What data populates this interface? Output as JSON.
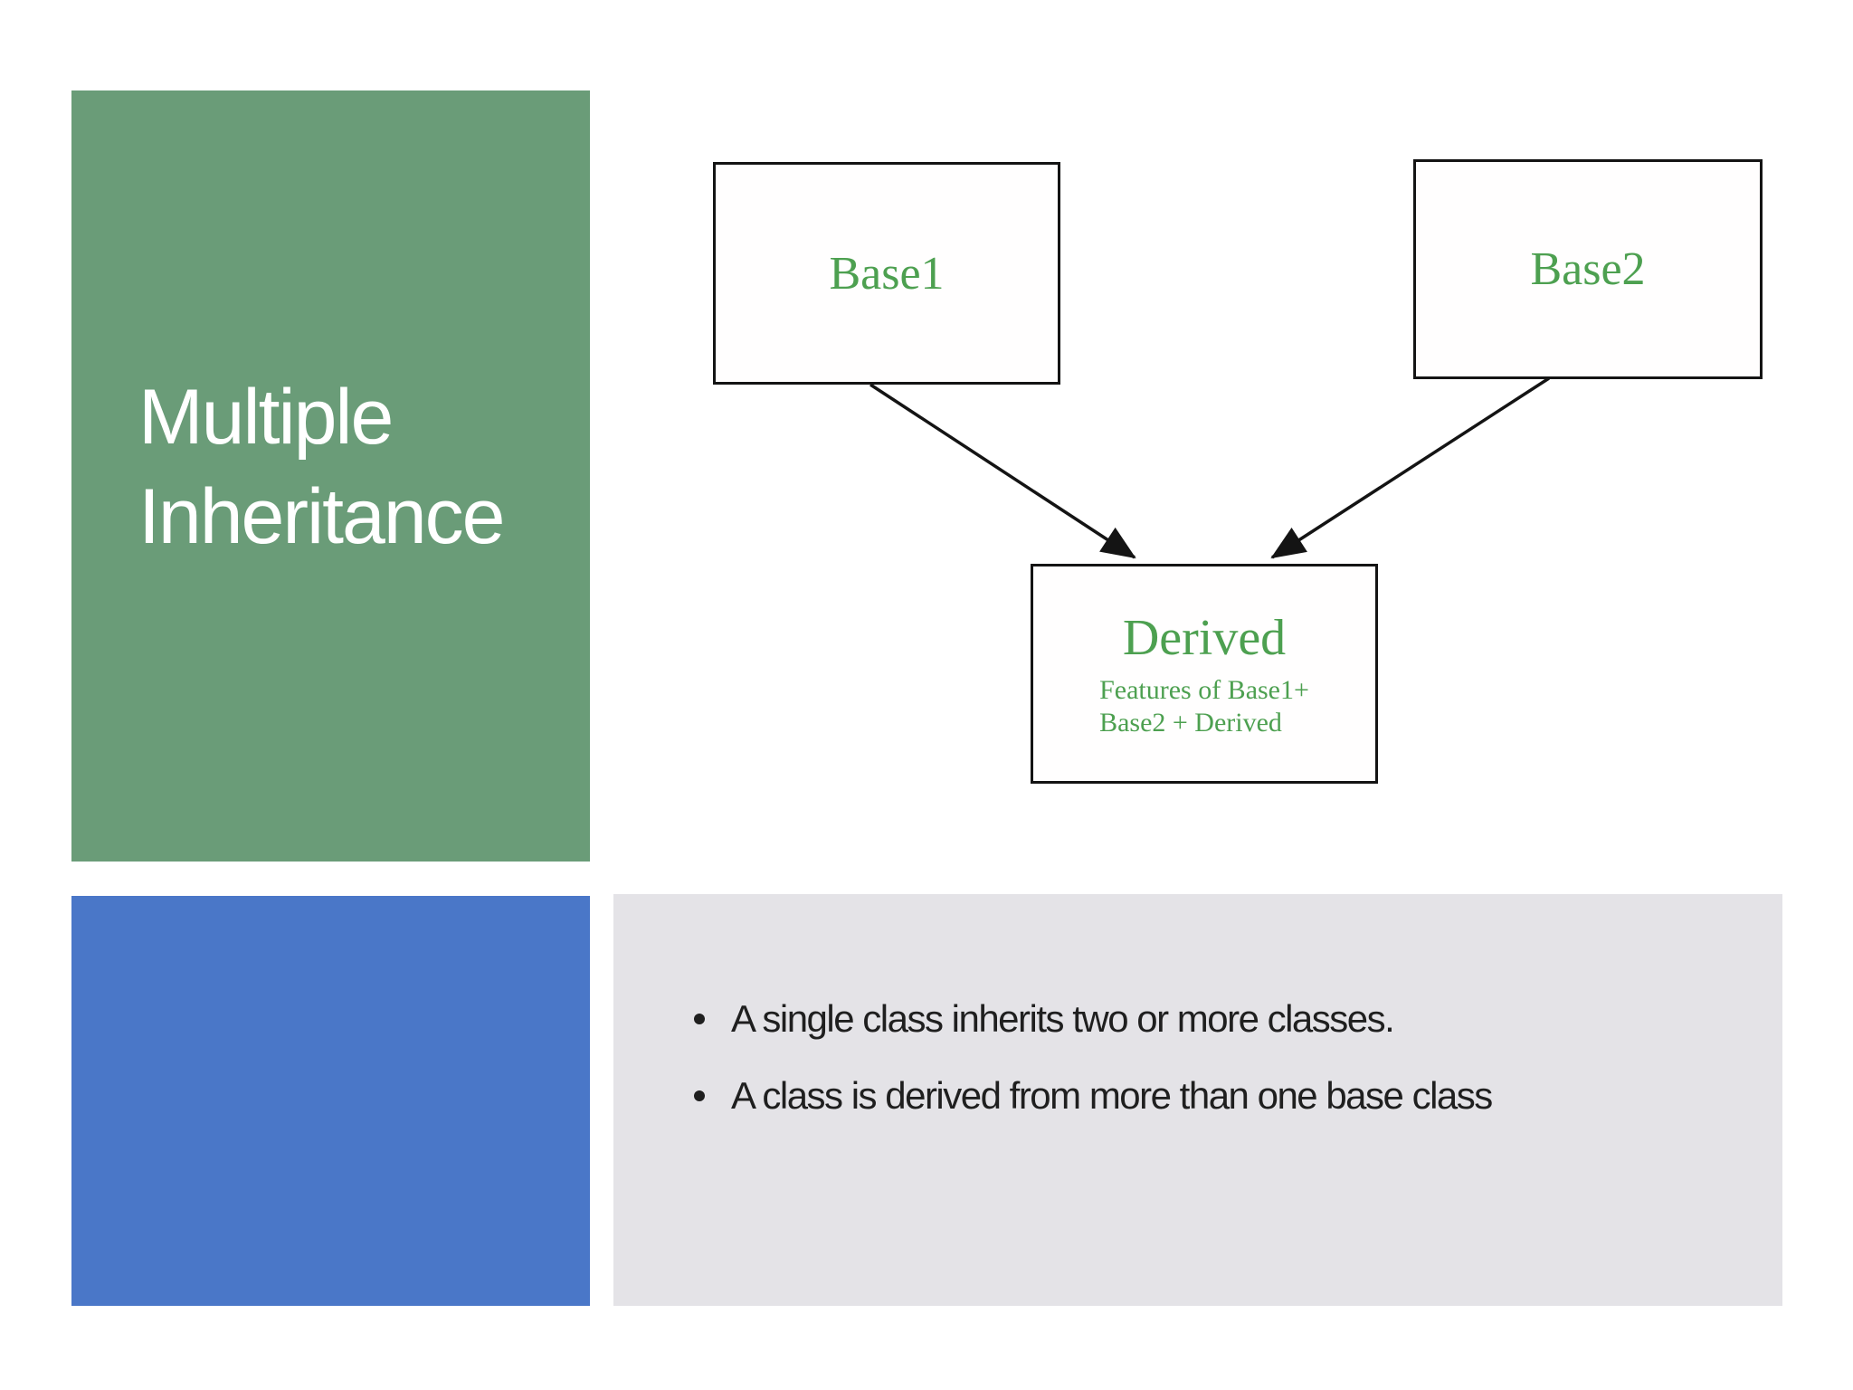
{
  "slide": {
    "title": "Multiple Inheritance"
  },
  "diagram": {
    "nodes": {
      "base1": "Base1",
      "base2": "Base2",
      "derived": "Derived",
      "derived_sub_line1": "Features of Base1+",
      "derived_sub_line2": "Base2 + Derived"
    }
  },
  "content": {
    "bullets": [
      "A single class inherits two or more classes.",
      "A class is derived from more than one base class"
    ]
  },
  "colors": {
    "title_panel": "#6a9c78",
    "accent_panel": "#4a77c8",
    "content_panel": "#e4e3e7",
    "title_text": "#ffffff",
    "body_text": "#1f1f1f",
    "diagram_text": "#4da050",
    "line": "#141414"
  }
}
